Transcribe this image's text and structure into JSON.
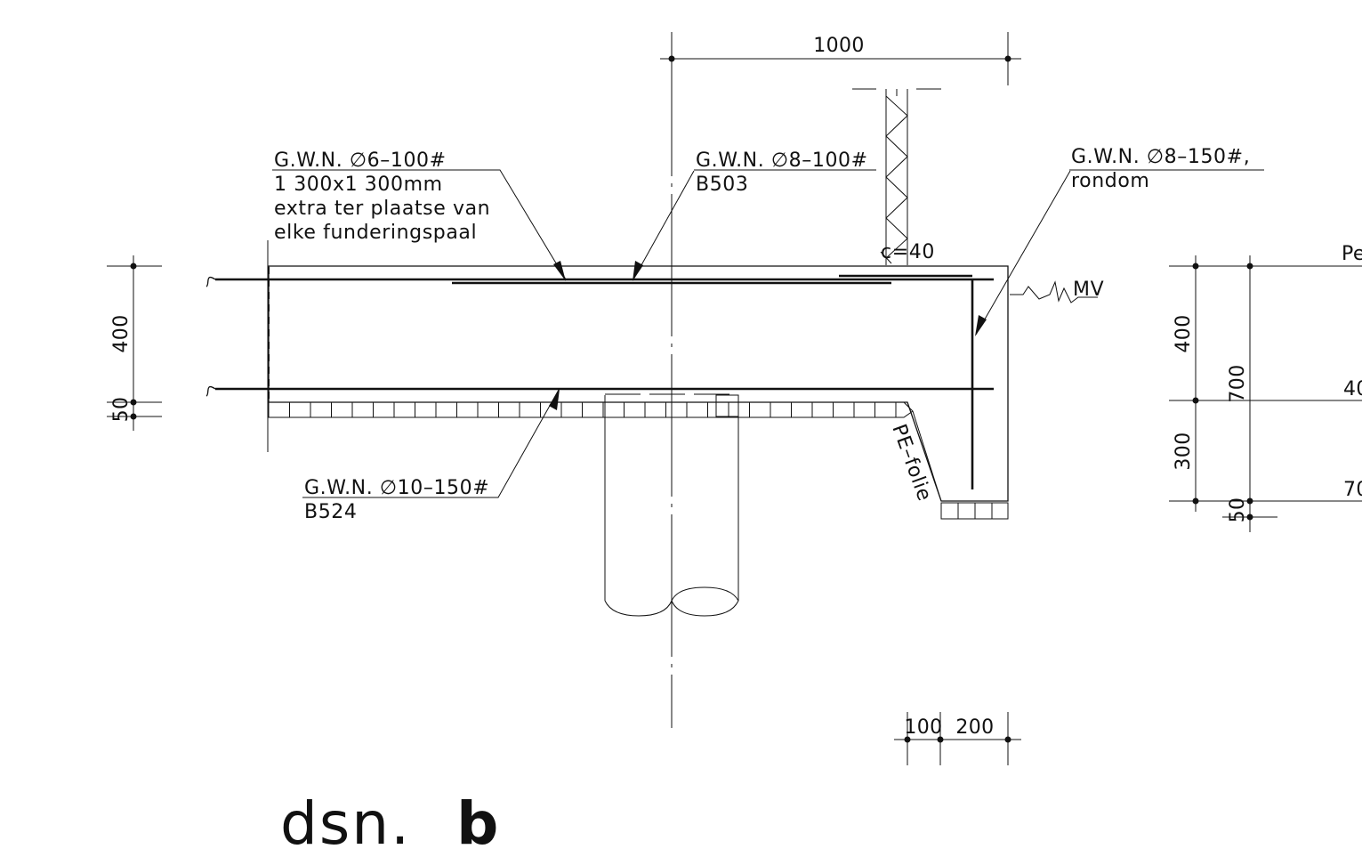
{
  "drawing": {
    "title_prefix": "dsn.",
    "title_letter": "b",
    "colors": {
      "concrete_fill": "#d9d9d9",
      "line": "#111111",
      "background": "#ffffff"
    }
  },
  "annotations": {
    "top_mesh": {
      "line1": "G.W.N. ∅6–100#",
      "line2": "1 300x1 300mm",
      "line3": "extra ter plaatse van",
      "line4": "elke funderingspaal"
    },
    "mid_mesh": {
      "line1": "G.W.N. ∅8–100#",
      "line2": "B503"
    },
    "edge_mesh": {
      "line1": "G.W.N. ∅8–150#,",
      "line2": "rondom"
    },
    "bottom_mesh": {
      "line1": "G.W.N. ∅10–150#",
      "line2": "B524"
    },
    "cover": "c=40",
    "ground_level": "MV",
    "membrane": "PE–folie"
  },
  "dimensions": {
    "top_width": "1000",
    "left_slab": "400",
    "left_blinding": "50",
    "bottom_100": "100",
    "bottom_200": "200",
    "right_400": "400",
    "right_300": "300",
    "right_700": "700",
    "right_50": "50",
    "right_cut_1": "Pe",
    "right_cut_2": "40",
    "right_cut_3": "70"
  }
}
